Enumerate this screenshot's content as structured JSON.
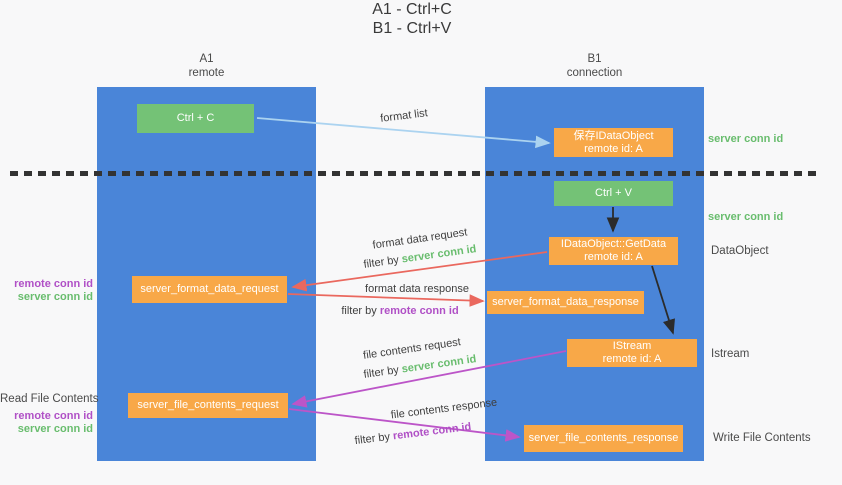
{
  "title": {
    "line1": "A1 - Ctrl+C",
    "line2": "B1 - Ctrl+V"
  },
  "lanes": {
    "a1": {
      "name": "A1",
      "role": "remote"
    },
    "b1": {
      "name": "B1",
      "role": "connection"
    }
  },
  "nodes": {
    "ctrl_c": {
      "label": "Ctrl + C"
    },
    "save_dataobject": {
      "line1": "保存IDataObject",
      "line2": "remote id: A"
    },
    "ctrl_v": {
      "label": "Ctrl + V"
    },
    "getdata": {
      "line1": "IDataObject::GetData",
      "line2": "remote id: A"
    },
    "format_request": {
      "label": "server_format_data_request"
    },
    "format_response": {
      "label": "server_format_data_response"
    },
    "istream": {
      "line1": "IStream",
      "line2": "remote id: A"
    },
    "file_request": {
      "label": "server_file_contents_request"
    },
    "file_response": {
      "label": "server_file_contents_response"
    }
  },
  "edges": {
    "format_list": {
      "label": "format list"
    },
    "format_data_request": {
      "label": "format data request",
      "filter_prefix": "filter by ",
      "filter_key": "server conn id"
    },
    "format_data_response": {
      "label": "format data response",
      "filter_prefix": "filter by ",
      "filter_key": "remote conn id"
    },
    "file_contents_request": {
      "label": "file contents request",
      "filter_prefix": "filter by ",
      "filter_key": "server conn id"
    },
    "file_contents_response": {
      "label": "file contents response",
      "filter_prefix": "filter by ",
      "filter_key": "remote conn id"
    }
  },
  "annotations": {
    "right_server_conn_id_top": "server conn id",
    "right_server_conn_id_mid": "server conn id",
    "right_dataobject": "DataObject",
    "right_istream": "Istream",
    "right_write_file_contents": "Write File Contents",
    "left_remote_conn_id_top": "remote conn id",
    "left_server_conn_id_top": "server conn id",
    "left_read_file_contents": "Read File Contents",
    "left_remote_conn_id_bottom": "remote conn id",
    "left_server_conn_id_bottom": "server conn id"
  },
  "colors": {
    "lane-blue": "#4a85d8",
    "node-orange": "#f8a848",
    "node-green": "#74c276",
    "arrow-red": "#ea685e",
    "arrow-purple": "#bc55c8",
    "arrow-blue": "#abd3f0",
    "arrow-black": "#2b2b2b",
    "text-green": "#69bd6e",
    "text-purple": "#b050c6",
    "text-dark": "#3f3f3f",
    "bg": "#f8f8f9"
  }
}
